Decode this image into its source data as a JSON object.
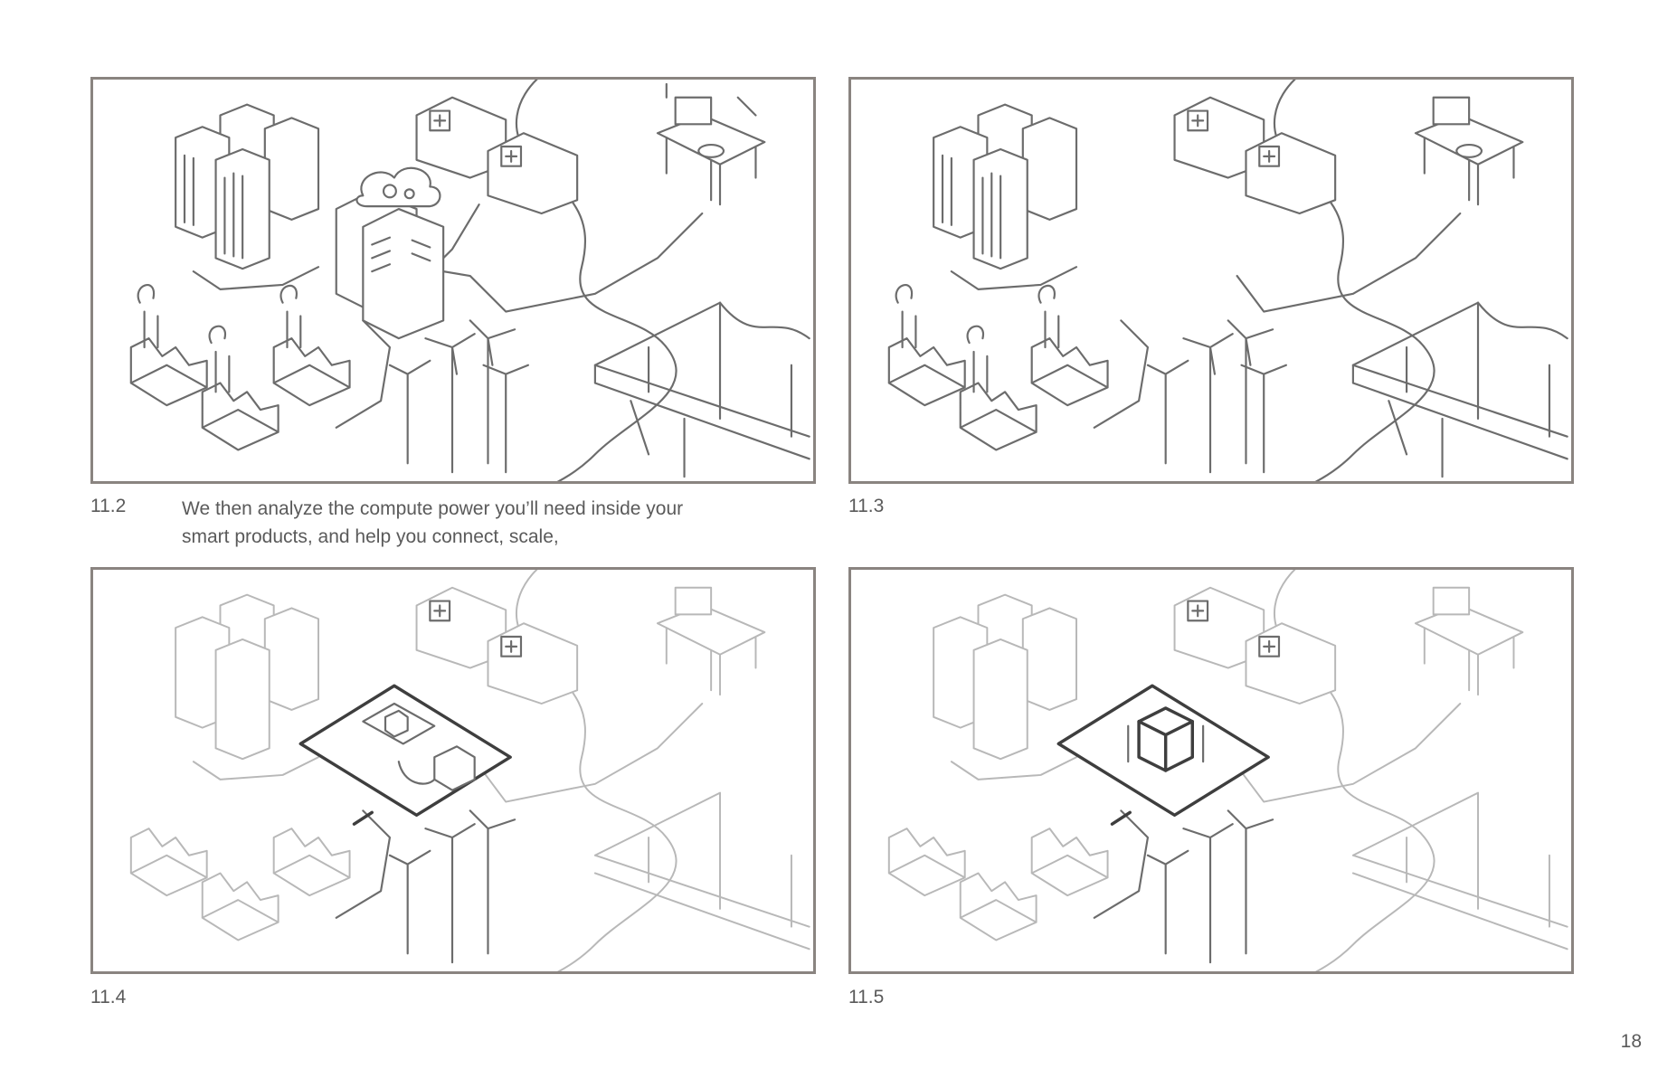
{
  "panels": [
    {
      "label": "11.2",
      "caption_lines": [
        "We then analyze the compute power you’ll need inside your",
        "smart products, and help you connect, scale,"
      ]
    },
    {
      "label": "11.3"
    },
    {
      "label": "11.4"
    },
    {
      "label": "11.5"
    }
  ],
  "page_number": "18",
  "colors": {
    "frame": "#8a8480",
    "sketch": "#6c6c6c",
    "sketch_faded": "#b8b8b8",
    "text": "#5a5a5a"
  },
  "icons": [
    "office-buildings-icon",
    "factory-icon",
    "server-cluster-icon",
    "cloud-gears-icon",
    "wind-turbine-icon",
    "medical-device-icon",
    "oil-rig-icon",
    "power-line-icon",
    "platform-diamond-icon",
    "cube-icon"
  ]
}
